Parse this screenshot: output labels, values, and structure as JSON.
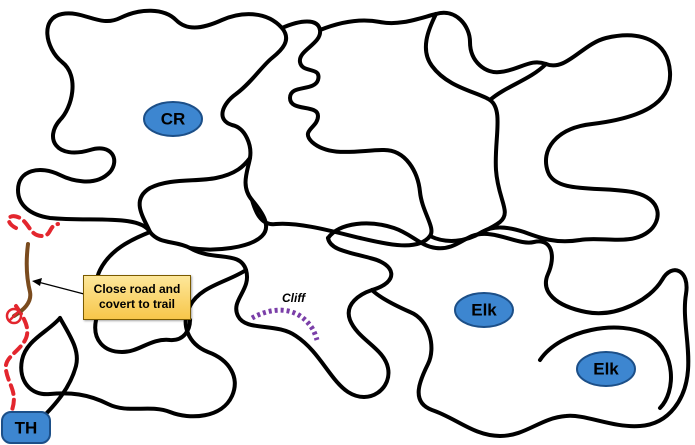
{
  "labels": {
    "cr": "CR",
    "elk_1": "Elk",
    "elk_2": "Elk",
    "th": "TH",
    "cliff": "Cliff"
  },
  "callout": {
    "line_1": "Close road and",
    "line_2": "covert to trail"
  },
  "icons": {
    "closure_marker": "circle-slash-icon"
  },
  "colors": {
    "trail": "#000000",
    "label_fill": "#3d86d0",
    "label_stroke": "#1c4f88",
    "closed_road": "#e3262e",
    "converted_road": "#7a4b1e",
    "cliff": "#7a3ea8",
    "callout_bg": "#f7c64a"
  }
}
